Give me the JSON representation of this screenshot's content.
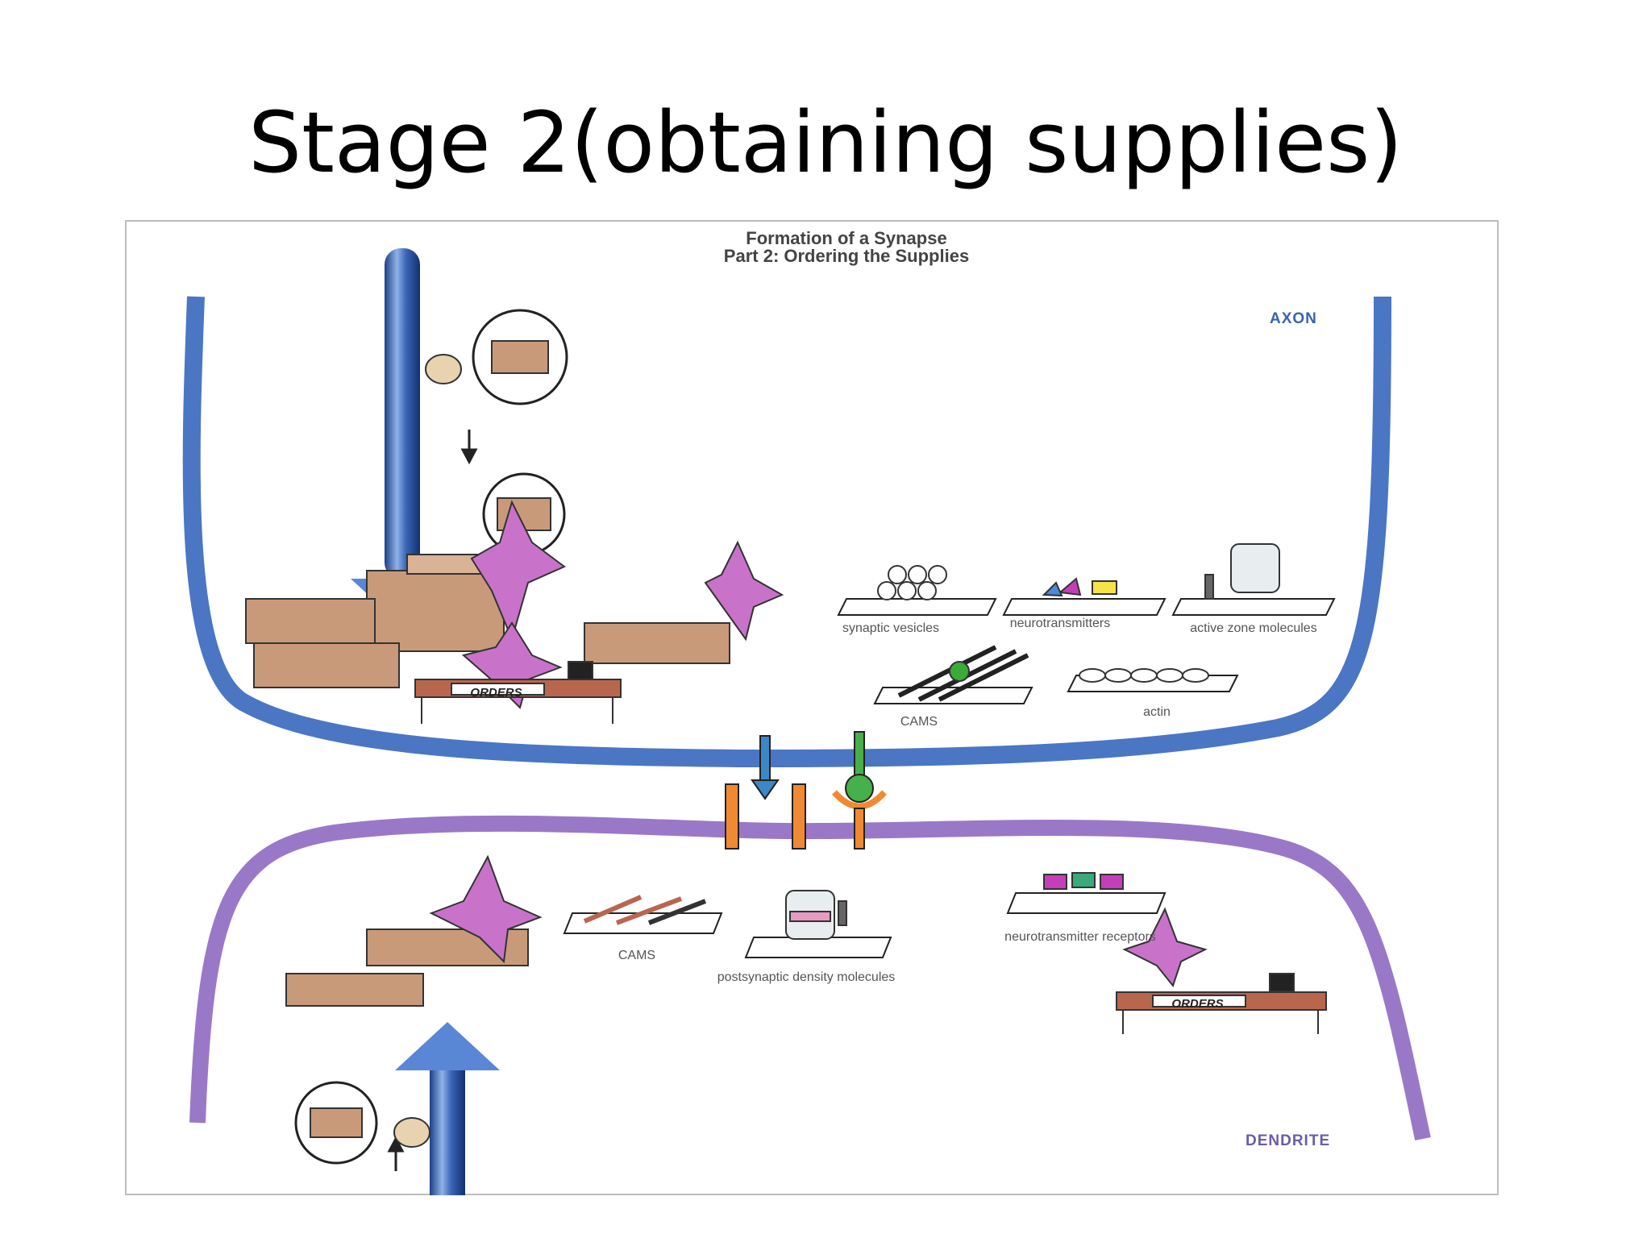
{
  "slide": {
    "title": "Stage 2(obtaining supplies)"
  },
  "figure": {
    "title_line1": "Formation of a Synapse",
    "title_line2": "Part 2: Ordering the Supplies",
    "axon_label": "AXON",
    "dendrite_label": "DENDRITE",
    "axon_color": "#4a76c4",
    "dendrite_color": "#9a78c8",
    "axon_supplies": [
      {
        "label": "synaptic vesicles"
      },
      {
        "label": "neurotransmitters"
      },
      {
        "label": "active zone molecules"
      },
      {
        "label": "CAMS"
      },
      {
        "label": "actin"
      }
    ],
    "dendrite_supplies": [
      {
        "label": "CAMS"
      },
      {
        "label": "postsynaptic density molecules"
      },
      {
        "label": "neurotransmitter receptors"
      }
    ],
    "orders_sign_axon": "ORDERS",
    "orders_sign_dendrite": "ORDERS"
  }
}
